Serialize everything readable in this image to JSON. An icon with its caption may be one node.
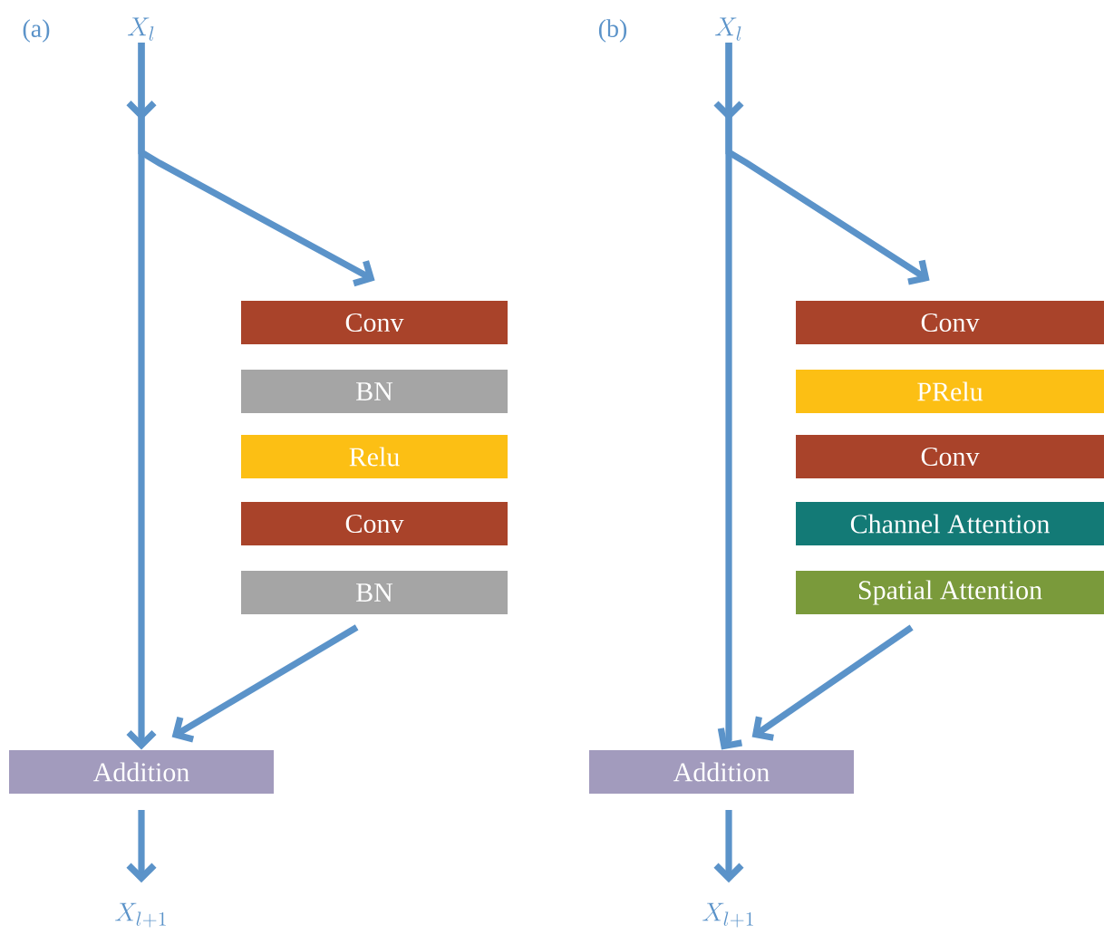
{
  "diagram": {
    "nodes": [
      {
        "text": [
          "X_{l}"
        ]
      },
      {
        "text": [
          "Conv"
        ]
      },
      {
        "text": [
          "BN"
        ]
      },
      {
        "text": [
          "Relu"
        ]
      },
      {
        "text": [
          "Conv"
        ]
      },
      {
        "text": [
          "BN"
        ]
      },
      {
        "text": [
          "Addition"
        ]
      },
      {
        "text": [
          "X_{l+1}"
        ]
      },
      {
        "text": [
          "X_{l}"
        ]
      },
      {
        "text": [
          "Conv"
        ]
      },
      {
        "text": [
          "PRelu"
        ]
      },
      {
        "text": [
          "Conv"
        ]
      },
      {
        "text": [
          "Channel Attention"
        ]
      },
      {
        "text": [
          "Spatial Attention"
        ]
      },
      {
        "text": [
          "Addition"
        ]
      },
      {
        "text": [
          "X_{l+1}"
        ]
      }
    ],
    "edges": [
      {
        "from": 0,
        "to": 6,
        "arrow": "to"
      },
      {
        "from": 0,
        "to": 1,
        "arrow": "to"
      },
      {
        "from": 5,
        "to": 6,
        "arrow": "to"
      },
      {
        "from": 6,
        "to": 7,
        "arrow": "to"
      },
      {
        "from": 8,
        "to": 14,
        "arrow": "to"
      },
      {
        "from": 8,
        "to": 9,
        "arrow": "to"
      },
      {
        "from": 13,
        "to": 14,
        "arrow": "to"
      },
      {
        "from": 14,
        "to": 15,
        "arrow": "to"
      }
    ],
    "labels": [
      "(a)",
      "(b)"
    ]
  }
}
